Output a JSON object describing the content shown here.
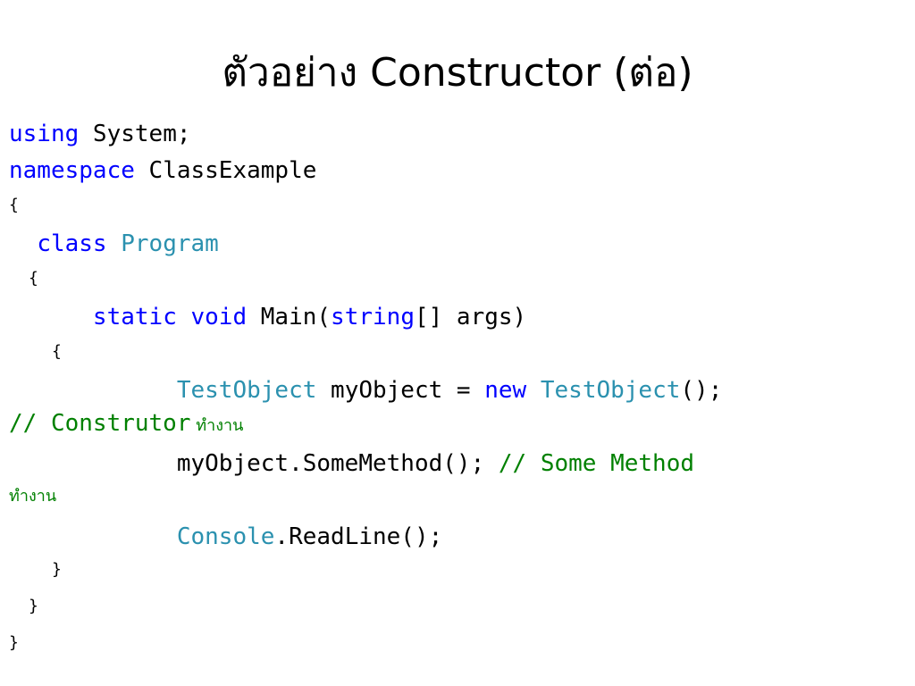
{
  "title": {
    "thai": "ตัวอย่าง",
    "main": "Constructor",
    "paren_open": "(",
    "paren_thai": "ต่อ",
    "paren_close": ")"
  },
  "colors": {
    "keyword": "#0000ff",
    "type": "#2b91af",
    "comment": "#008000",
    "text": "#000000"
  },
  "code": {
    "l1": {
      "kw": "using",
      "rest": " System;"
    },
    "l2": {
      "kw": "namespace",
      "rest": " ClassExample"
    },
    "l3": {
      "text": "{"
    },
    "l4": {
      "indent": "  ",
      "kw": "class",
      "sp": " ",
      "type": "Program"
    },
    "l5": {
      "text": "{"
    },
    "l6": {
      "indent": "      ",
      "kw1": "static",
      "sp1": " ",
      "kw2": "void",
      "mid": " Main(",
      "kw3": "string",
      "rest": "[] args)"
    },
    "l7": {
      "text": "{"
    },
    "l8": {
      "indent": "            ",
      "type1": "TestObject",
      "mid": " myObject = ",
      "kw": "new",
      "sp": " ",
      "type2": "TestObject",
      "rest": "();"
    },
    "l9": {
      "comment": "// Construtor",
      "thai": " ทำงาน"
    },
    "l10": {
      "indent": "            ",
      "text": "myObject.SomeMethod(); ",
      "comment": "// Some Method"
    },
    "l11": {
      "thai": "ทำงาน"
    },
    "l12": {
      "indent": "            ",
      "type": "Console",
      "rest": ".ReadLine();"
    },
    "l13": {
      "text": "}"
    },
    "l14": {
      "text": "}"
    },
    "l15": {
      "text": "}"
    }
  }
}
